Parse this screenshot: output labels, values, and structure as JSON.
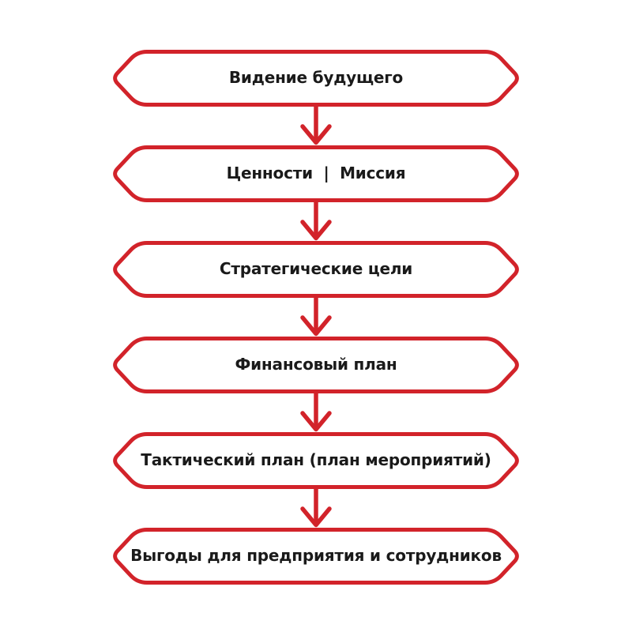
{
  "diagram": {
    "type": "flowchart",
    "direction": "top-down",
    "nodes": [
      {
        "id": 1,
        "label": "Видение будущего"
      },
      {
        "id": 2,
        "label": "Ценности  |  Миссия"
      },
      {
        "id": 3,
        "label": "Стратегические цели"
      },
      {
        "id": 4,
        "label": "Финансовый план"
      },
      {
        "id": 5,
        "label": "Тактический план (план мероприятий)"
      },
      {
        "id": 6,
        "label": "Выгоды для предприятия и сотрудников"
      }
    ],
    "connections": [
      {
        "from": 1,
        "to": 2
      },
      {
        "from": 2,
        "to": 3
      },
      {
        "from": 3,
        "to": 4
      },
      {
        "from": 4,
        "to": 5
      },
      {
        "from": 5,
        "to": 6
      }
    ],
    "colors": {
      "accent": "#d2232a",
      "text": "#1a1a1a",
      "background": "#ffffff"
    }
  }
}
